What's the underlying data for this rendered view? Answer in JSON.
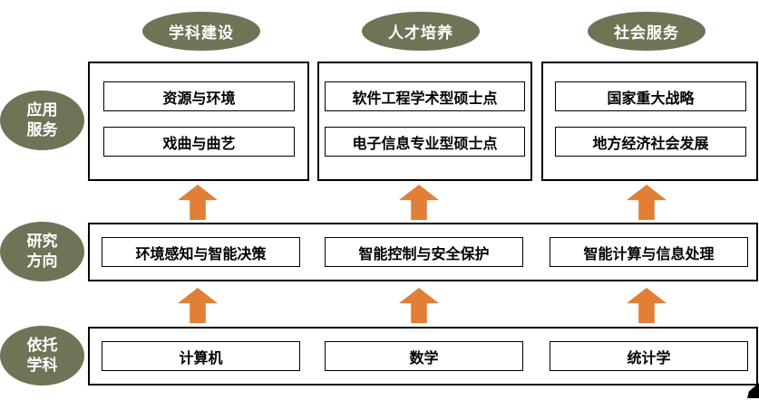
{
  "colors": {
    "background": "#ffffff",
    "ellipse_fill": "#6f7456",
    "ellipse_text": "#ffffff",
    "arrow_fill": "#e07f35",
    "box_border": "#000000",
    "box_text": "#000000"
  },
  "top_ellipses": [
    {
      "label": "学科建设"
    },
    {
      "label": "人才培养"
    },
    {
      "label": "社会服务"
    }
  ],
  "side_ellipses": [
    {
      "label": "应用服务"
    },
    {
      "label": "研究方向"
    },
    {
      "label": "依托学科"
    }
  ],
  "application_row": {
    "groups": [
      {
        "items": [
          "资源与环境",
          "戏曲与曲艺"
        ]
      },
      {
        "items": [
          "软件工程学术型硕士点",
          "电子信息专业型硕士点"
        ]
      },
      {
        "items": [
          "国家重大战略",
          "地方经济社会发展"
        ]
      }
    ]
  },
  "research_row": {
    "items": [
      "环境感知与智能决策",
      "智能控制与安全保护",
      "智能计算与信息处理"
    ]
  },
  "discipline_row": {
    "items": [
      "计算机",
      "数学",
      "统计学"
    ]
  }
}
